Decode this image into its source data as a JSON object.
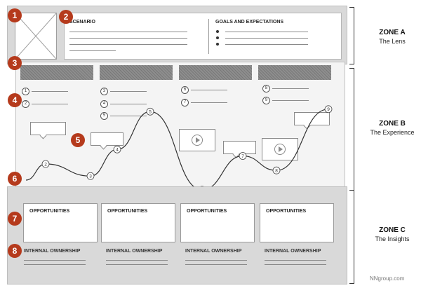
{
  "zone_a": {
    "badge_1": "1",
    "badge_2": "2",
    "scenario_title": "SCENARIO",
    "goals_title": "GOALS AND EXPECTATIONS",
    "brace_title": "ZONE A",
    "brace_subtitle": "The Lens"
  },
  "zone_b": {
    "badge_3": "3",
    "badge_4": "4",
    "badge_5": "5",
    "badge_6": "6",
    "columns": [
      {
        "steps": [
          "1",
          "2"
        ]
      },
      {
        "steps": [
          "3",
          "4",
          "5"
        ]
      },
      {
        "steps": [
          "6",
          "7"
        ]
      },
      {
        "steps": [
          "8",
          "9"
        ]
      }
    ],
    "emotion_points": [
      {
        "label": "1",
        "value": 0.0
      },
      {
        "label": "2",
        "value": 0.2
      },
      {
        "label": "3",
        "value": 0.05
      },
      {
        "label": "4",
        "value": 0.38
      },
      {
        "label": "5",
        "value": 0.85
      },
      {
        "label": "6",
        "value": -0.12
      },
      {
        "label": "7",
        "value": 0.3
      },
      {
        "label": "8",
        "value": 0.12
      },
      {
        "label": "9",
        "value": 0.88
      }
    ],
    "brace_title": "ZONE B",
    "brace_subtitle": "The Experience"
  },
  "zone_c": {
    "badge_7": "7",
    "badge_8": "8",
    "opportunities": [
      "OPPORTUNITIES",
      "OPPORTUNITIES",
      "OPPORTUNITIES",
      "OPPORTUNITIES"
    ],
    "ownership": [
      "INTERNAL OWNERSHIP",
      "INTERNAL OWNERSHIP",
      "INTERNAL OWNERSHIP",
      "INTERNAL OWNERSHIP"
    ],
    "brace_title": "ZONE C",
    "brace_subtitle": "The Insights"
  },
  "credit": "NNgroup.com",
  "colors": {
    "badge": "#b53a1c",
    "zone_bg": "#d9d9d9",
    "stage_bar": "#808080"
  }
}
